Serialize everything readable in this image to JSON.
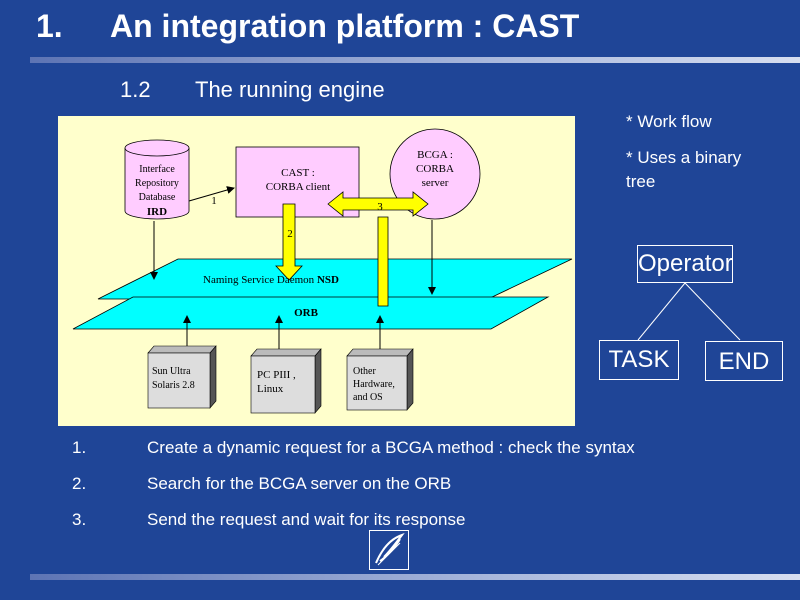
{
  "header": {
    "number": "1.",
    "title": "An integration platform : CAST"
  },
  "subheader": {
    "number": "1.2",
    "title": "The running engine"
  },
  "diagram": {
    "interface_db": {
      "line1": "Interface",
      "line2": "Repository",
      "line3": "Database",
      "acronym": "IRD"
    },
    "cast_box": {
      "line1": "CAST :",
      "line2": "CORBA client"
    },
    "bcga": {
      "line1": "BCGA :",
      "line2": "CORBA",
      "line3": "server"
    },
    "label_1": "1",
    "label_2": "2",
    "label_3": "3",
    "naming_service": {
      "text": "Naming Service Daemon",
      "acronym": "NSD"
    },
    "orb": "ORB",
    "machine_sun": {
      "line1": "Sun Ultra",
      "line2": "Solaris 2.8"
    },
    "machine_pc": {
      "line1": "PC PIII ,",
      "line2": "Linux"
    },
    "machine_other": {
      "line1": "Other",
      "line2": "Hardware,",
      "line3": "and OS"
    }
  },
  "notes": {
    "workflow": "* Work flow",
    "binary_tree_1": "* Uses a binary",
    "binary_tree_2": "tree"
  },
  "tree": {
    "root": "Operator",
    "left": "TASK",
    "right": "END"
  },
  "steps": [
    {
      "num": "1.",
      "text": "Create a dynamic request for a BCGA  method : check the syntax"
    },
    {
      "num": "2.",
      "text": "Search for the BCGA server on the ORB"
    },
    {
      "num": "3.",
      "text": "Send the request and wait for its  response"
    }
  ],
  "colors": {
    "background": "#1f4597",
    "diagram_bg": "#ffffcc",
    "plane": "#00ffff",
    "cast_box": "#ffccff",
    "arrow": "#ffff00"
  },
  "icons": {
    "logo": "stylized-feather-logo"
  }
}
